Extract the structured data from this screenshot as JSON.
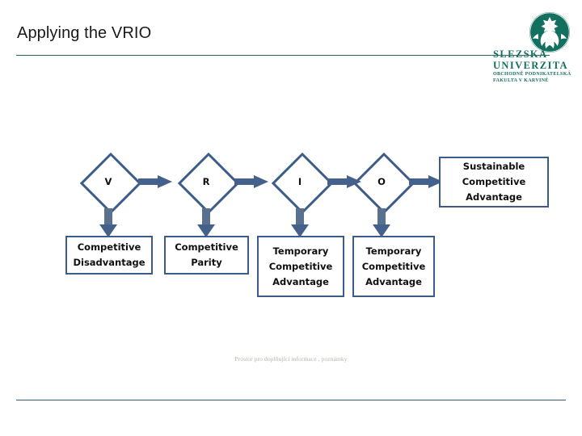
{
  "slide": {
    "title": "Applying the VRIO",
    "note": "Prostor pro doplňující informace , poznámky"
  },
  "logo": {
    "emblem_icon": "eagle-emblem-icon",
    "name_line1": "SLEZSKÁ",
    "name_line2": "UNIVERZITA",
    "sub_line1": "OBCHODNĚ PODNIKATELSKÁ",
    "sub_line2": "FAKULTA V KARVINÉ",
    "color": "#13705f"
  },
  "diagram": {
    "accent_color": "#3b5c8a",
    "arrow_color": "#44618c",
    "steps": [
      {
        "letter": "V",
        "outcome": "Competitive\nDisadvantage",
        "outcome_lines": [
          "Competitive",
          "Disadvantage"
        ]
      },
      {
        "letter": "R",
        "outcome": "Competitive\nParity",
        "outcome_lines": [
          "Competitive",
          "Parity"
        ]
      },
      {
        "letter": "I",
        "outcome": "Temporary\nCompetitive\nAdvantage",
        "outcome_lines": [
          "Temporary",
          "Competitive",
          "Advantage"
        ]
      },
      {
        "letter": "O",
        "outcome": "Temporary\nCompetitive\nAdvantage",
        "outcome_lines": [
          "Temporary",
          "Competitive",
          "Advantage"
        ]
      }
    ],
    "final_outcome": {
      "lines": [
        "Sustainable",
        "Competitive",
        "Advantage"
      ]
    }
  }
}
